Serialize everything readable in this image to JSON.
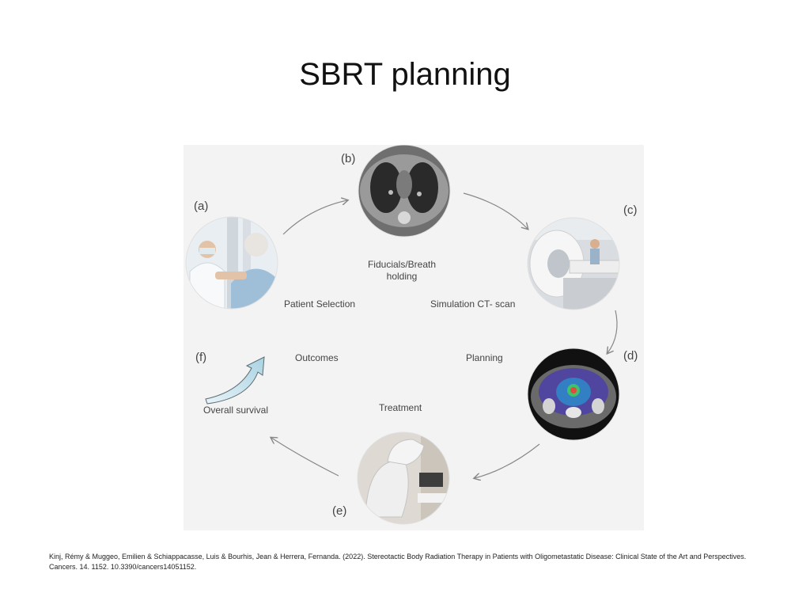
{
  "slide": {
    "title": "SBRT planning"
  },
  "figure": {
    "panels": {
      "a": "(a)",
      "b": "(b)",
      "c": "(c)",
      "d": "(d)",
      "e": "(e)",
      "f": "(f)"
    },
    "steps": {
      "fiducials_line1": "Fiducials/Breath",
      "fiducials_line2": "holding",
      "patient_selection": "Patient Selection",
      "simulation": "Simulation CT- scan",
      "outcomes": "Outcomes",
      "planning": "Planning",
      "treatment": "Treatment",
      "overall_survival": "Overall survival"
    }
  },
  "citation": {
    "line1": "Kinj, Rémy & Muggeo, Emilien & Schiappacasse, Luis & Bourhis, Jean & Herrera, Fernanda. (2022). Stereotactic Body Radiation Therapy in Patients with Oligometastatic Disease: Clinical State of the Art and Perspectives.",
    "line2": "Cancers. 14. 1152. 10.3390/cancers14051152."
  }
}
